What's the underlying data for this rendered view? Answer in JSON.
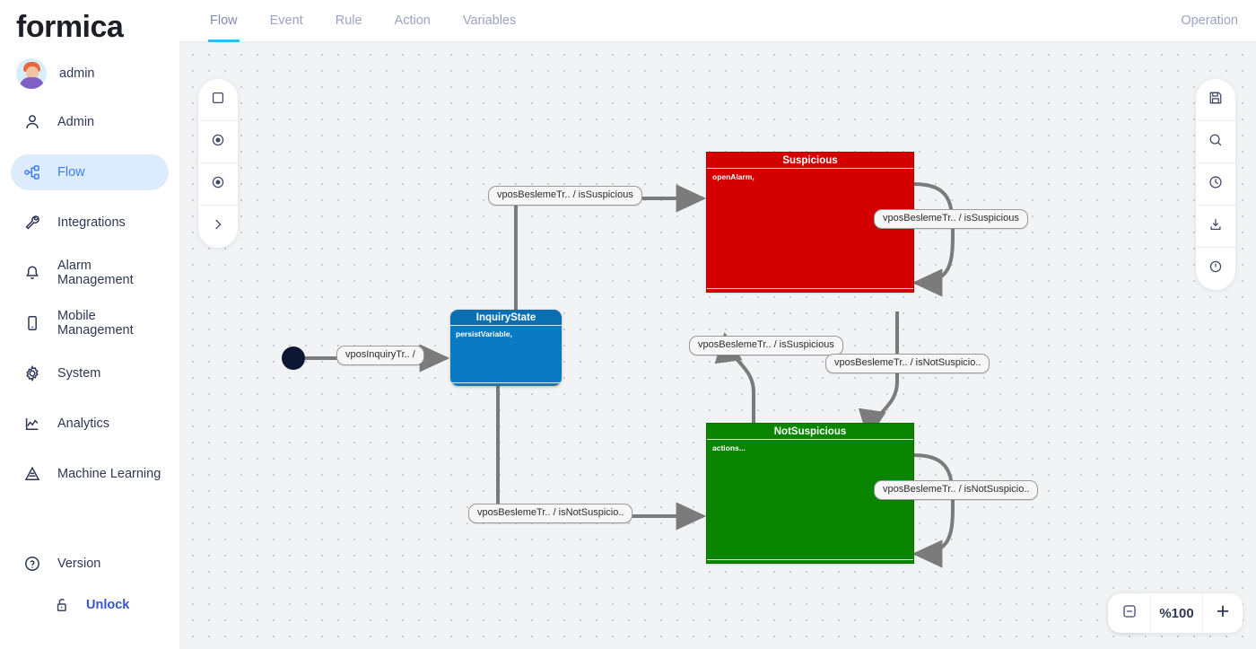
{
  "brand": "formica",
  "user": {
    "name": "admin"
  },
  "sidebar": {
    "items": [
      {
        "label": "Admin",
        "icon": "user-icon",
        "active": false
      },
      {
        "label": "Flow",
        "icon": "flow-icon",
        "active": true
      },
      {
        "label": "Integrations",
        "icon": "wrench-icon",
        "active": false
      },
      {
        "label": "Alarm Management",
        "icon": "bell-icon",
        "active": false
      },
      {
        "label": "Mobile Management",
        "icon": "mobile-icon",
        "active": false
      },
      {
        "label": "System",
        "icon": "gear-icon",
        "active": false
      },
      {
        "label": "Analytics",
        "icon": "chart-line-icon",
        "active": false
      },
      {
        "label": "Machine Learning",
        "icon": "triangle-layers-icon",
        "active": false
      }
    ],
    "version_label": "Version",
    "unlock_label": "Unlock"
  },
  "topbar": {
    "tabs": [
      {
        "label": "Flow",
        "active": true
      },
      {
        "label": "Event",
        "active": false
      },
      {
        "label": "Rule",
        "active": false
      },
      {
        "label": "Action",
        "active": false
      },
      {
        "label": "Variables",
        "active": false
      }
    ],
    "operation_label": "Operation"
  },
  "left_toolbar": [
    {
      "icon": "square-icon",
      "name": "tool-square"
    },
    {
      "icon": "circle-dot-icon",
      "name": "tool-state"
    },
    {
      "icon": "circle-dot-icon",
      "name": "tool-end-state"
    },
    {
      "icon": "chevron-right-icon",
      "name": "tool-transition"
    }
  ],
  "right_toolbar": [
    {
      "icon": "save-icon",
      "name": "save-flow"
    },
    {
      "icon": "search-icon",
      "name": "search-flow"
    },
    {
      "icon": "clock-icon",
      "name": "history"
    },
    {
      "icon": "download-icon",
      "name": "export-flow"
    },
    {
      "icon": "clock-outline-icon",
      "name": "schedule"
    }
  ],
  "zoom_controls": {
    "eraser_icon": "eraser-icon",
    "minus_label": "minus-icon",
    "level": "%100",
    "plus_label": "+"
  },
  "flow": {
    "start_node": {
      "name": "start-node"
    },
    "nodes": [
      {
        "id": "suspicious",
        "title": "Suspicious",
        "actions": "openAlarm,",
        "color": "red"
      },
      {
        "id": "inquirystate",
        "title": "InquiryState",
        "actions": "persistVariable,",
        "color": "blue"
      },
      {
        "id": "notsuspicious",
        "title": "NotSuspicious",
        "actions": "actions...",
        "color": "green"
      }
    ],
    "edge_labels": [
      {
        "id": "start-to-inquiry",
        "text": "vposInquiryTr.. /"
      },
      {
        "id": "inquiry-to-suspicious",
        "text": "vposBeslemeTr.. / isSuspicious"
      },
      {
        "id": "suspicious-self",
        "text": "vposBeslemeTr.. / isSuspicious"
      },
      {
        "id": "notsuspicious-to-suspicious",
        "text": "vposBeslemeTr.. / isSuspicious"
      },
      {
        "id": "suspicious-to-notsuspicious",
        "text": "vposBeslemeTr.. / isNotSuspicio.."
      },
      {
        "id": "inquiry-to-notsuspicious",
        "text": "vposBeslemeTr.. / isNotSuspicio.."
      },
      {
        "id": "notsuspicious-self",
        "text": "vposBeslemeTr.. / isNotSuspicio.."
      }
    ]
  },
  "colors": {
    "accent": "#29bef0",
    "active_nav": "#3d7ff0",
    "suspicious": "#d40000",
    "notsuspicious": "#0a8500",
    "inquirystate": "#0a7ac2",
    "edge": "#7b7b7b"
  }
}
